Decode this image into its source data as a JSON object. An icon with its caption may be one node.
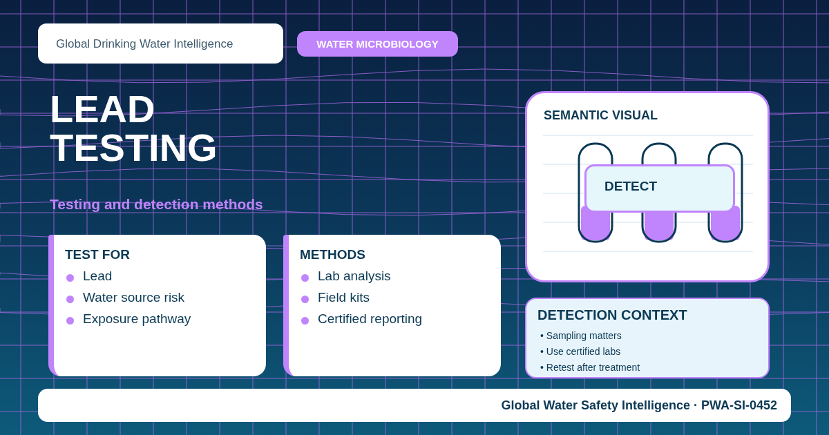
{
  "diagram": {
    "title": "LEAD TESTING",
    "nodes": [
      {
        "text": [
          "Global Drinking Water Intelligence"
        ]
      },
      {
        "text": [
          "WATER MICROBIOLOGY"
        ]
      },
      {
        "text": [
          "TEST FOR",
          "Lead",
          "Water source risk",
          "Exposure pathway"
        ]
      },
      {
        "text": [
          "METHODS",
          "Lab analysis",
          "Field kits",
          "Certified reporting"
        ]
      },
      {
        "text": [
          "SEMANTIC VISUAL"
        ]
      },
      {
        "text": [
          "DETECT"
        ],
        "in": 4
      },
      {
        "text": [
          "DETECTION CONTEXT",
          "• Sampling matters",
          "• Use certified labs",
          "• Retest after treatment"
        ]
      },
      {
        "text": [
          "Global Water Safety Intelligence · PWA-SI-0452"
        ]
      }
    ],
    "labels": [
      "Testing and detection methods"
    ]
  }
}
